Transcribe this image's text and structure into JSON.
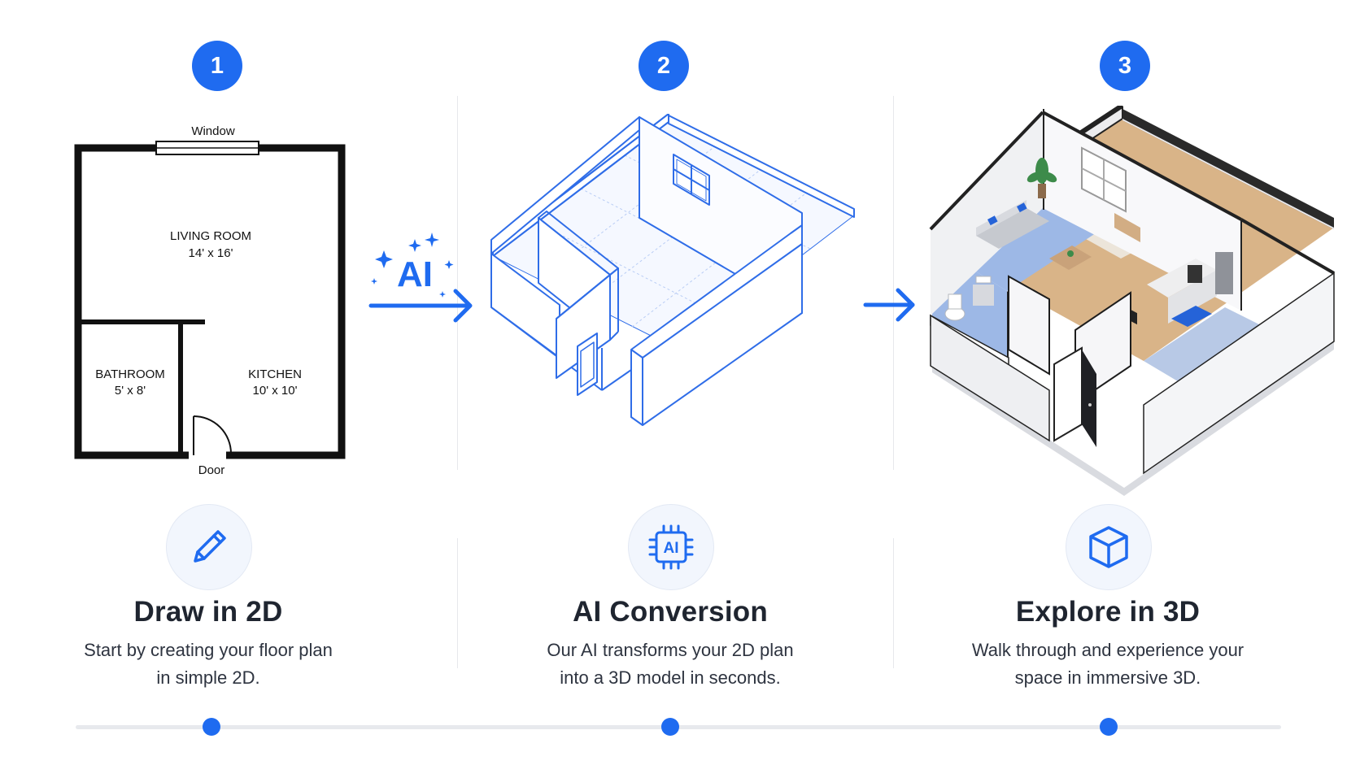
{
  "steps": [
    {
      "number": "1",
      "title": "Draw in 2D",
      "description_lines": [
        "Start by creating your floor plan",
        "in simple 2D."
      ],
      "icon": "pencil-icon"
    },
    {
      "number": "2",
      "title": "AI Conversion",
      "description_lines": [
        "Our AI transforms your 2D plan",
        "into a 3D model in seconds."
      ],
      "icon": "ai-chip-icon",
      "icon_text": "AI"
    },
    {
      "number": "3",
      "title": "Explore in 3D",
      "description_lines": [
        "Walk through and experience your",
        "space in immersive 3D."
      ],
      "icon": "cube-icon"
    }
  ],
  "floor_plan": {
    "window_label": "Window",
    "door_label": "Door",
    "rooms": [
      {
        "name": "LIVING ROOM",
        "size": "14' x 16'"
      },
      {
        "name": "BATHROOM",
        "size": "5' x 8'"
      },
      {
        "name": "KITCHEN",
        "size": "10' x 10'"
      }
    ]
  },
  "ai_badge_text": "AI",
  "colors": {
    "accent": "#1f6bf0",
    "wireframe": "#2f6de8",
    "floor_wood": "#d9b488",
    "floor_tile": "#9db8e6",
    "timeline_track": "#e7e9ed"
  }
}
